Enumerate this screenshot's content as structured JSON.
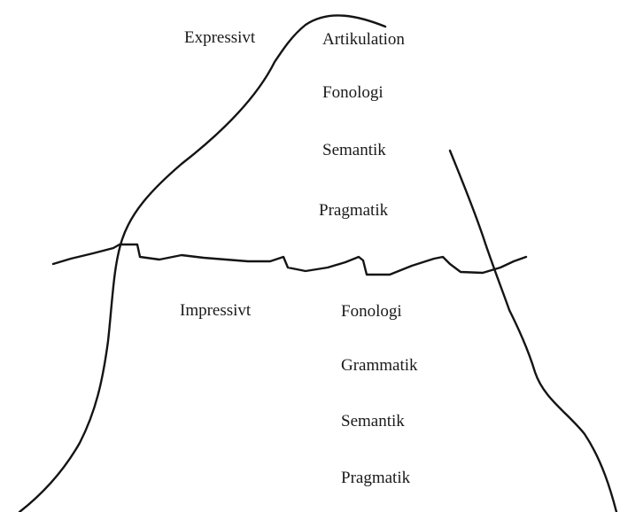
{
  "above": {
    "heading": "Expressivt",
    "items": [
      "Artikulation",
      "Fonologi",
      "Semantik",
      "Pragmatik"
    ]
  },
  "below": {
    "heading": "Impressivt",
    "items": [
      "Fonologi",
      "Grammatik",
      "Semantik",
      "Pragmatik"
    ]
  }
}
